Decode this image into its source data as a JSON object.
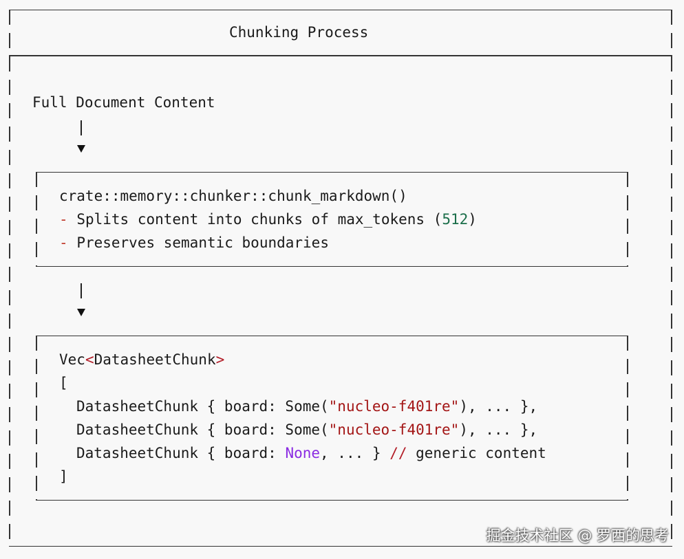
{
  "title": "Chunking Process",
  "input_label": "Full Document Content",
  "chunker": {
    "function": "crate::memory::chunker::chunk_markdown()",
    "bullets": [
      {
        "dash": "-",
        "text": "Splits content into chunks of max_tokens (",
        "number": "512",
        "tail": ")"
      },
      {
        "dash": "-",
        "text": "Preserves semantic boundaries"
      }
    ]
  },
  "output": {
    "type_prefix": "Vec",
    "type_open": "<",
    "type_inner": "DatasheetChunk",
    "type_close": ">",
    "open_bracket": "[",
    "close_bracket": "]",
    "items": [
      {
        "struct": "DatasheetChunk { board: Some(",
        "value": "\"nucleo-f401re\"",
        "rest": "), ... },",
        "comment": ""
      },
      {
        "struct": "DatasheetChunk { board: Some(",
        "value": "\"nucleo-f401re\"",
        "rest": "), ... },",
        "comment": ""
      },
      {
        "struct": "DatasheetChunk { board: ",
        "value": "None",
        "rest": ", ... }",
        "comment_marker": "//",
        "comment": "generic content"
      }
    ]
  },
  "watermark": "掘金技术社区 @ 罗西的思考"
}
